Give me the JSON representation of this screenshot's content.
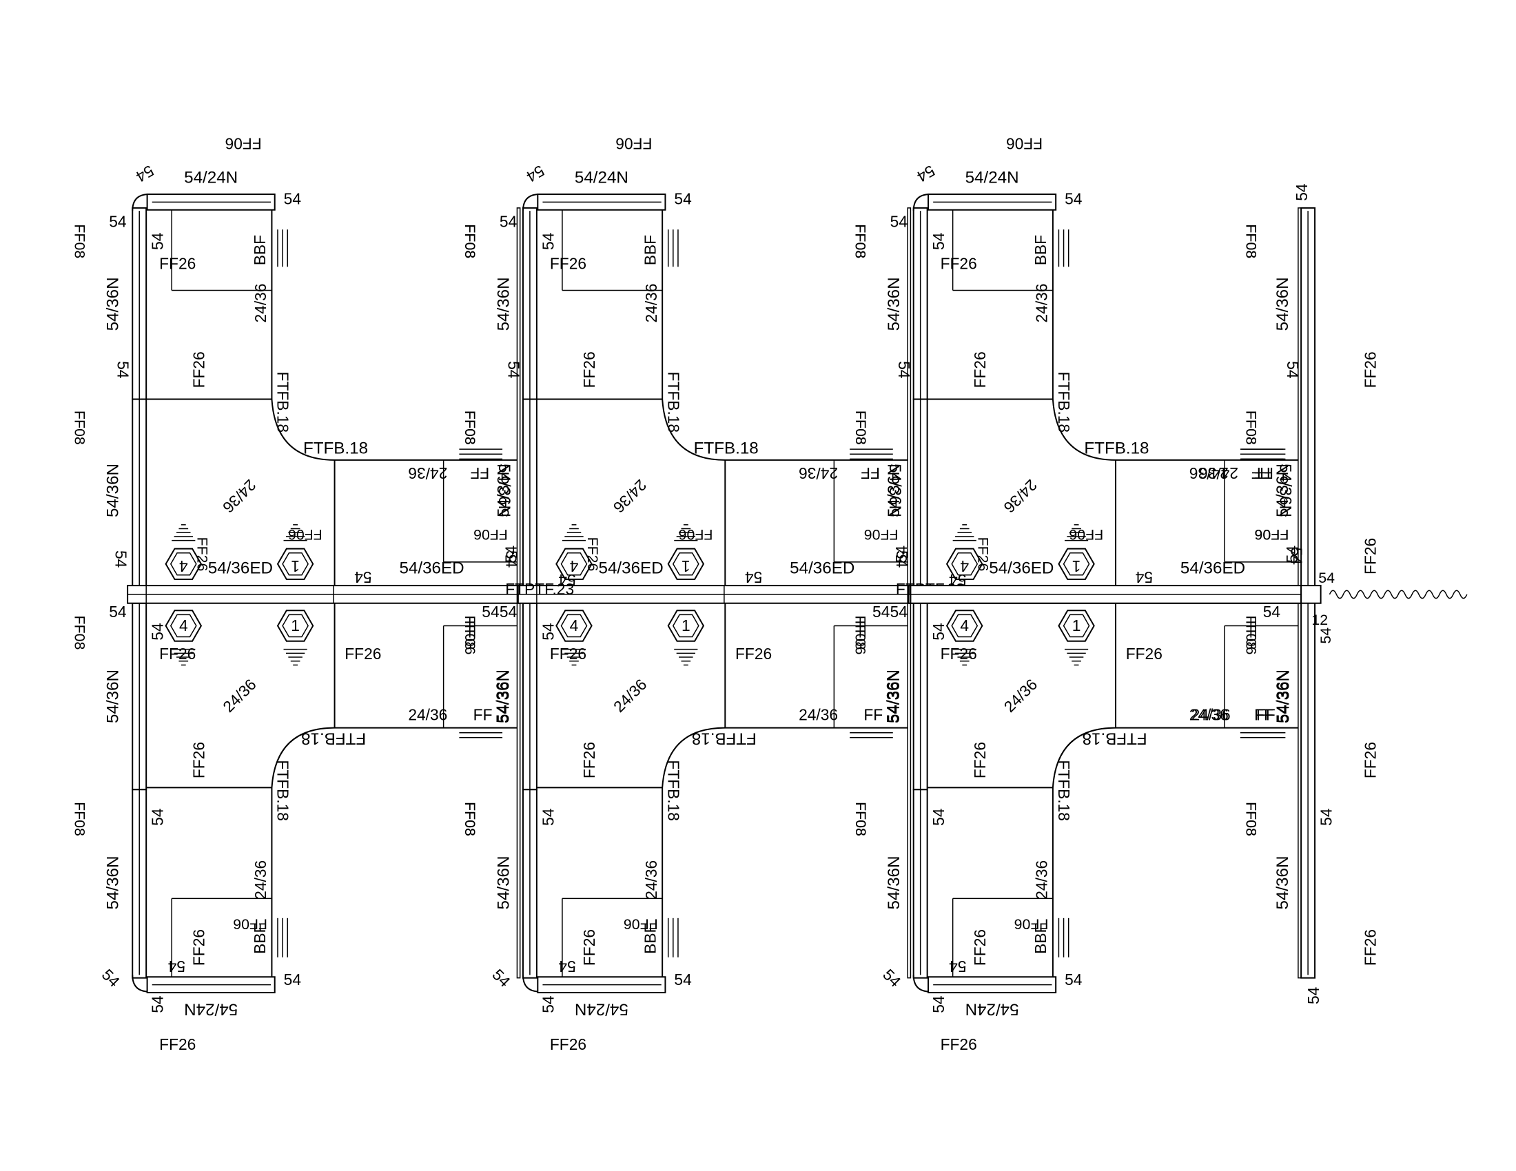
{
  "drawing": {
    "title": "",
    "labels": {
      "ff06": "FF06",
      "ff08": "FF08",
      "ff26": "FF26",
      "ff_dup": "FF26",
      "ff": "FF",
      "p54": "54",
      "p54_24n": "54/24N",
      "p54_36n": "54/36N",
      "p54_36ed": "54/36ED",
      "p24_36": "24/36",
      "bbf": "BBF",
      "ftfb": "FTFB.18",
      "ftptf": "FTPTF.23",
      "one": "1",
      "four": "4",
      "twelve": "12"
    },
    "pod_count": 3,
    "colors": {
      "line": "#000000",
      "paper": "#ffffff"
    }
  }
}
